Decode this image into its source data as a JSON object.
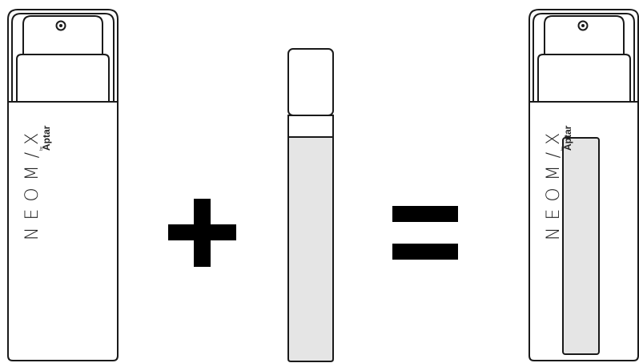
{
  "product": {
    "brand_text": "NEOM/X",
    "brand_by": "by",
    "brand_company": "Aptar"
  },
  "colors": {
    "outline": "#1a1a1a",
    "fill_insert": "#e5e5e5",
    "operator": "#000000",
    "background": "#ffffff"
  },
  "icons": {
    "operator_1": "plus-icon",
    "operator_2": "equals-icon"
  }
}
